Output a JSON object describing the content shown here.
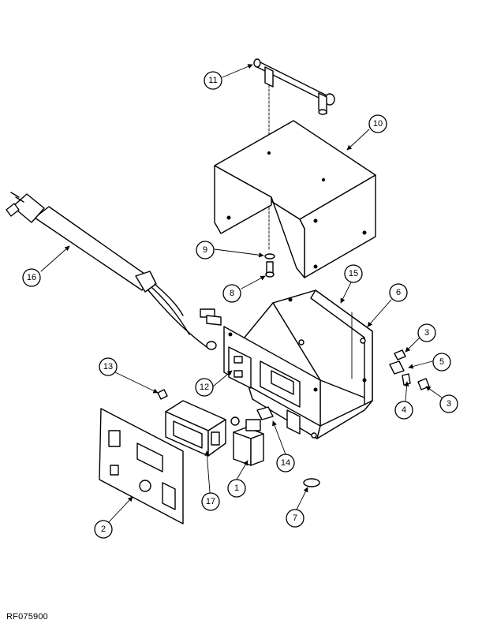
{
  "drawing_id": "RF075900",
  "callouts": [
    {
      "id": "1",
      "label": "1"
    },
    {
      "id": "2",
      "label": "2"
    },
    {
      "id": "3a",
      "label": "3"
    },
    {
      "id": "3b",
      "label": "3"
    },
    {
      "id": "4",
      "label": "4"
    },
    {
      "id": "5",
      "label": "5"
    },
    {
      "id": "6",
      "label": "6"
    },
    {
      "id": "7",
      "label": "7"
    },
    {
      "id": "8",
      "label": "8"
    },
    {
      "id": "9",
      "label": "9"
    },
    {
      "id": "10",
      "label": "10"
    },
    {
      "id": "11",
      "label": "11"
    },
    {
      "id": "12",
      "label": "12"
    },
    {
      "id": "13",
      "label": "13"
    },
    {
      "id": "14",
      "label": "14"
    },
    {
      "id": "15",
      "label": "15"
    },
    {
      "id": "16",
      "label": "16"
    },
    {
      "id": "17",
      "label": "17"
    }
  ]
}
